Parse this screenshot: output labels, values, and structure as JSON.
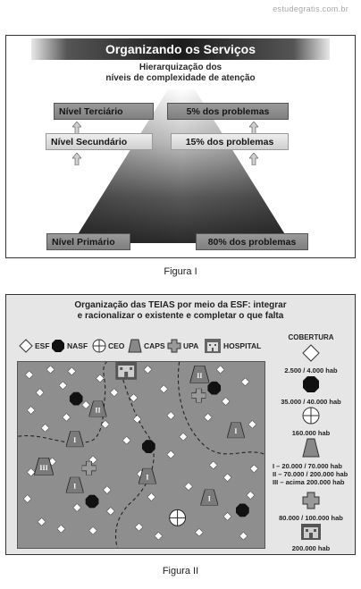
{
  "watermark": "estudegratis.com.br",
  "figure1": {
    "banner": "Organizando os Serviços",
    "subtitle_line1": "Hierarquização dos",
    "subtitle_line2": "níveis de complexidade de atenção",
    "levels": [
      {
        "name": "Nível Terciário",
        "share": "5% dos problemas"
      },
      {
        "name": "Nível Secundário",
        "share": "15% dos problemas"
      },
      {
        "name": "Nível Primário",
        "share": "80% dos problemas"
      }
    ],
    "caption": "Figura I"
  },
  "figure2": {
    "title_line1": "Organização das TEIAS por meio da ESF: integrar",
    "title_line2": "e racionalizar o existente e completar o que falta",
    "legend": [
      {
        "label": "ESF",
        "icon": "diamond-icon"
      },
      {
        "label": "NASF",
        "icon": "octagon-icon"
      },
      {
        "label": "CEO",
        "icon": "crosshair-circle-icon"
      },
      {
        "label": "CAPS",
        "icon": "trapezoid-icon"
      },
      {
        "label": "UPA",
        "icon": "cross-icon"
      },
      {
        "label": "HOSPITAL",
        "icon": "hospital-building-icon"
      }
    ],
    "map_labels": {
      "caps_I": "I",
      "caps_II": "II",
      "caps_III": "III"
    },
    "coverage": {
      "title": "COBERTURA",
      "esf": "2.500 / 4.000 hab",
      "nasf": "35.000 / 40.000 hab",
      "ceo": "160.000 hab",
      "caps_1": "I – 20.000 / 70.000 hab",
      "caps_2": "II – 70.000 / 200.000 hab",
      "caps_3": "III – acima 200.000 hab",
      "upa": "80.000 / 100.000 hab",
      "hospital": "200.000 hab"
    },
    "caption": "Figura II"
  }
}
